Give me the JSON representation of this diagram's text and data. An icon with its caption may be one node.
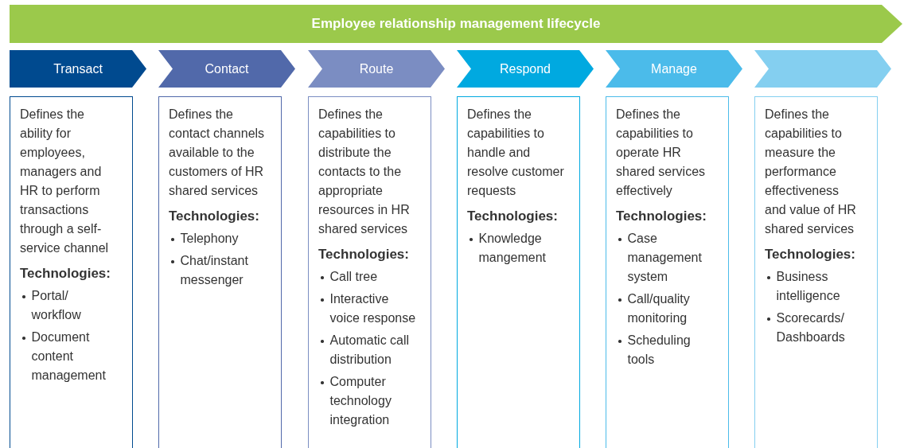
{
  "diagram": {
    "nodes": [
      {
        "text": [
          "Employee relationship management lifecycle"
        ]
      },
      {
        "text": [
          "Transact"
        ]
      },
      {
        "text": [
          "Contact"
        ]
      },
      {
        "text": [
          "Route"
        ]
      },
      {
        "text": [
          "Respond"
        ]
      },
      {
        "text": [
          "Manage"
        ]
      },
      {
        "text": [],
        "shape": "chevron"
      },
      {
        "text": [
          "Defines the ability for employees, managers and HR to perform transactions through a self-service channel",
          "Technologies:",
          "Portal/ workflow",
          "Document content management"
        ]
      },
      {
        "text": [
          "Defines the contact channels available to the customers of HR shared services",
          "Technologies:",
          "Telephony",
          "Chat/instant messenger"
        ]
      },
      {
        "text": [
          "Defines the capabilities to distribute the contacts to the appropriate resources in HR shared services",
          "Technologies:",
          "Call tree",
          "Interactive voice response",
          "Automatic call distribution",
          "Computer technology integration"
        ]
      },
      {
        "text": [
          "Defines the capabilities to handle and resolve customer requests",
          "Technologies:",
          "Knowledge mangement"
        ]
      },
      {
        "text": [
          "Defines the capabilities to operate HR shared services effectively",
          "Technologies:",
          "Case management system",
          "Call/quality monitoring",
          "Scheduling tools"
        ]
      },
      {
        "text": [
          "Defines the capabilities to measure the performance effectiveness and value of HR shared services",
          "Technologies:",
          "Business intelligence",
          "Scorecards/ Dashboards"
        ]
      }
    ]
  }
}
